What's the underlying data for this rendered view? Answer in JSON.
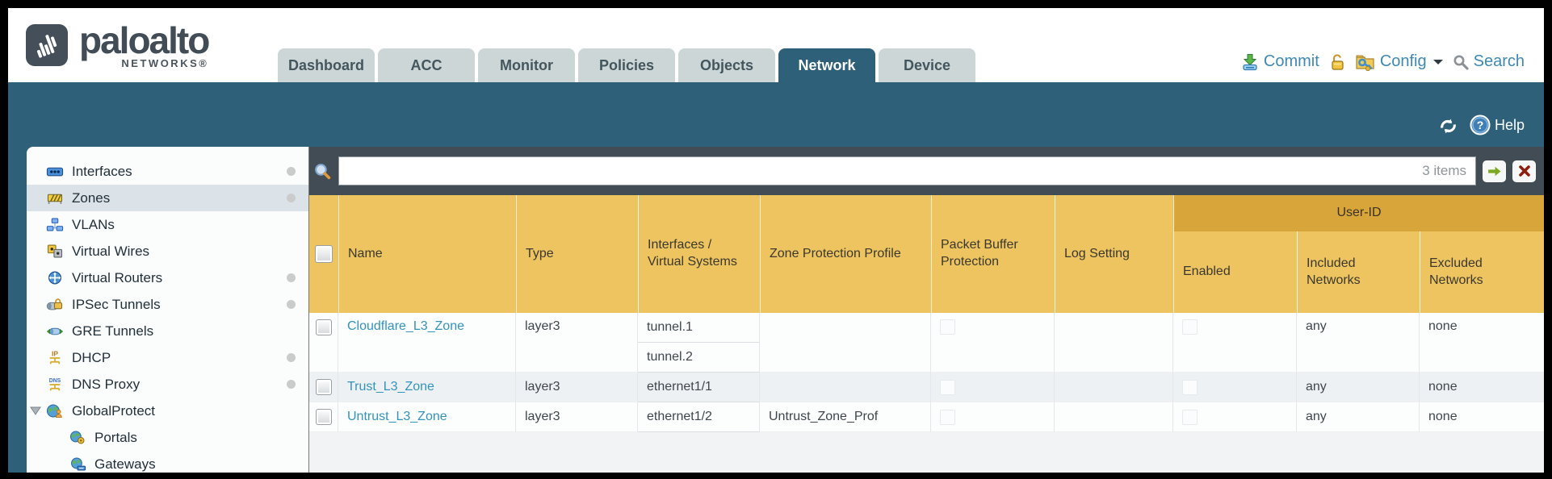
{
  "brand": {
    "name": "paloalto",
    "subname": "NETWORKS®"
  },
  "tabs": [
    {
      "label": "Dashboard",
      "active": false
    },
    {
      "label": "ACC",
      "active": false
    },
    {
      "label": "Monitor",
      "active": false
    },
    {
      "label": "Policies",
      "active": false
    },
    {
      "label": "Objects",
      "active": false
    },
    {
      "label": "Network",
      "active": true
    },
    {
      "label": "Device",
      "active": false
    }
  ],
  "header_actions": {
    "commit": "Commit",
    "config": "Config",
    "search": "Search"
  },
  "toolbar": {
    "help": "Help"
  },
  "sidebar": {
    "items": [
      {
        "label": "Interfaces",
        "icon": "interfaces",
        "dot": true
      },
      {
        "label": "Zones",
        "icon": "zones",
        "dot": true,
        "selected": true
      },
      {
        "label": "VLANs",
        "icon": "vlans"
      },
      {
        "label": "Virtual Wires",
        "icon": "virtual-wires"
      },
      {
        "label": "Virtual Routers",
        "icon": "virtual-routers",
        "dot": true
      },
      {
        "label": "IPSec Tunnels",
        "icon": "ipsec-tunnels",
        "dot": true
      },
      {
        "label": "GRE Tunnels",
        "icon": "gre-tunnels"
      },
      {
        "label": "DHCP",
        "icon": "dhcp",
        "dot": true
      },
      {
        "label": "DNS Proxy",
        "icon": "dns-proxy",
        "dot": true
      },
      {
        "label": "GlobalProtect",
        "icon": "globalprotect",
        "expanded": true
      },
      {
        "label": "Portals",
        "icon": "portals",
        "sub": true
      },
      {
        "label": "Gateways",
        "icon": "gateways",
        "sub": true
      }
    ]
  },
  "filterbar": {
    "value": "",
    "count": "3 items"
  },
  "table": {
    "group_header": "User-ID",
    "columns": [
      "Name",
      "Type",
      "Interfaces / Virtual Systems",
      "Zone Protection Profile",
      "Packet Buffer Protection",
      "Log Setting",
      "Enabled",
      "Included Networks",
      "Excluded Networks"
    ],
    "rows": [
      {
        "name": "Cloudflare_L3_Zone",
        "type": "layer3",
        "interfaces": [
          "tunnel.1",
          "tunnel.2"
        ],
        "zone_protection_profile": "",
        "log_setting": "",
        "included_networks": "any",
        "excluded_networks": "none"
      },
      {
        "name": "Trust_L3_Zone",
        "type": "layer3",
        "interfaces": [
          "ethernet1/1"
        ],
        "zone_protection_profile": "",
        "log_setting": "",
        "included_networks": "any",
        "excluded_networks": "none"
      },
      {
        "name": "Untrust_L3_Zone",
        "type": "layer3",
        "interfaces": [
          "ethernet1/2"
        ],
        "zone_protection_profile": "Untrust_Zone_Prof",
        "log_setting": "",
        "included_networks": "any",
        "excluded_networks": "none"
      }
    ]
  },
  "colors": {
    "accent_teal": "#2e6079",
    "header_orange": "#edc45f",
    "group_orange": "#d8a53b",
    "link_blue": "#3293bd"
  }
}
